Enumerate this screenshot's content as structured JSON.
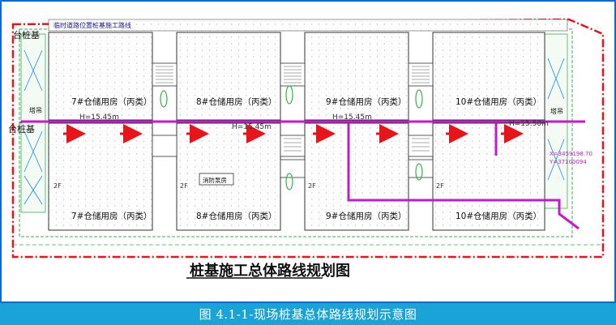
{
  "caption": "图 4.1-1-现场桩基总体路线规划示意图",
  "drawing": {
    "main_title": "桩基施工总体路线规划图",
    "top_heading": "临时道路位置桩基施工路线",
    "left_labels": [
      "台桩基",
      "台桩基"
    ],
    "tower_label": "塔吊",
    "tower_label_right": "塔吊",
    "warehouses_top": [
      "7#仓储用房（丙类）",
      "8#仓储用房（丙类）",
      "9#仓储用房（丙类）",
      "10#仓储用房（丙类）"
    ],
    "warehouses_bottom": [
      "7#仓储用房（丙类）",
      "8#仓储用房（丙类）",
      "9#仓储用房（丙类）",
      "10#仓储用房（丙类）"
    ],
    "elevations": [
      "H=15.45m",
      "H=15.45m",
      "H=15.45m",
      "H=15.50m"
    ],
    "floor_marks": [
      "2F",
      "2F",
      "2F",
      "2F"
    ],
    "pump_room": "消防泵房",
    "coordinates": [
      "X=3459198.70",
      "Y=37100094"
    ]
  },
  "colors": {
    "frame": "#0a6bd6",
    "caption_bg": "#1aa3d6",
    "route": "#c21bc8",
    "arrow": "#e8141a",
    "boundary": "#e8141a",
    "grid": "#c8c8c8",
    "road": "#2fb24a"
  }
}
